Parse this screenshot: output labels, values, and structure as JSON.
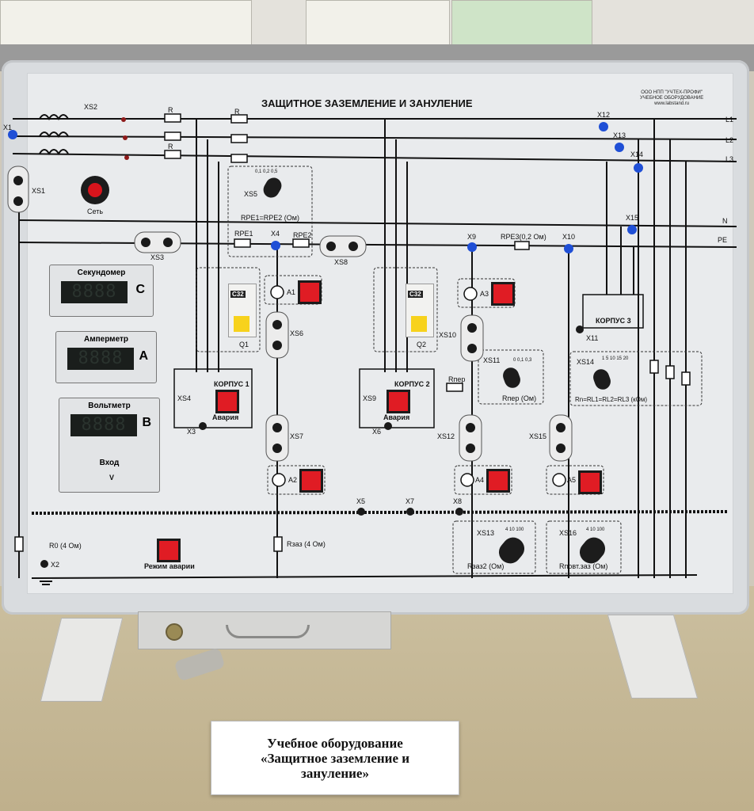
{
  "board": {
    "title": "ЗАЩИТНОЕ ЗАЗЕМЛЕНИЕ И ЗАНУЛЕНИЕ",
    "maker_line1": "ООО НПП \"УЧТЕХ-ПРОФИ\"",
    "maker_line2": "УЧЕБНОЕ ОБОРУДОВАНИЕ",
    "maker_line3": "www.labstand.ru"
  },
  "lines": {
    "l1": "L1",
    "l2": "L2",
    "l3": "L3",
    "n": "N",
    "pe": "PE"
  },
  "connectors": {
    "x1": "X1",
    "x2": "X2",
    "x3": "X3",
    "x4": "X4",
    "x5": "X5",
    "x6": "X6",
    "x7": "X7",
    "x8": "X8",
    "x9": "X9",
    "x10": "X10",
    "x11": "X11",
    "x12": "X12",
    "x13": "X13",
    "x14": "X14",
    "x15": "X15",
    "xs1": "XS1",
    "xs2": "XS2",
    "xs3": "XS3",
    "xs4": "XS4",
    "xs5": "XS5",
    "xs6": "XS6",
    "xs7": "XS7",
    "xs8": "XS8",
    "xs9": "XS9",
    "xs10": "XS10",
    "xs11": "XS11",
    "xs12": "XS12",
    "xs13": "XS13",
    "xs14": "XS14",
    "xs15": "XS15",
    "xs16": "XS16"
  },
  "labels": {
    "set": "Сеть",
    "rl1": "R",
    "rl2": "R",
    "rl3": "R",
    "rpe1": "RPE1",
    "rpe2": "RPE2",
    "rpe_eq": "RPE1=RPE2 (Ом)",
    "rpe3": "RPE3(0,2 Ом)",
    "korpus1": "КОРПУС 1",
    "korpus2": "КОРПУС 2",
    "korpus3": "КОРПУС 3",
    "avaria1": "Авария",
    "avaria2": "Авария",
    "q1": "Q1",
    "q2": "Q2",
    "a1": "A1",
    "a2": "A2",
    "a3": "A3",
    "a4": "A4",
    "a5": "A5",
    "rper": "Rпер",
    "rper_om": "Rпер (Ом)",
    "rl_eq": "Rn=RL1=RL2=RL3 (кОм)",
    "r0": "R0 (4 Ом)",
    "rzaz": "Rзаз (4 Ом)",
    "rzaz2": "Rзаз2 (Ом)",
    "rpovt": "Rповт.заз (Ом)",
    "rezhim": "Режим аварии",
    "c32a": "C32",
    "c32b": "C32",
    "xs5_scale": "0,1 0,2 0,5",
    "xs11_scale": "0 0,1 0,3",
    "xs13_scale": "4 10 100",
    "xs14_scale": "1 5 10 15 20",
    "xs16_scale": "4 10 100"
  },
  "meters": {
    "timer": {
      "label": "Секундомер",
      "unit": "С",
      "display": "8888"
    },
    "ammeter": {
      "label": "Амперметр",
      "unit": "А",
      "display": "8888"
    },
    "voltmeter": {
      "label": "Вольтметр",
      "unit": "В",
      "display": "8888",
      "input": "Вход",
      "v_symbol": "V"
    }
  },
  "sign": {
    "line1": "Учебное оборудование",
    "line2": "«Защитное заземление и",
    "line3": "зануление»"
  },
  "colors": {
    "panel": "#e9ebed",
    "button": "#e01c24",
    "socket": "#1f4fd6",
    "wire": "#111111"
  }
}
